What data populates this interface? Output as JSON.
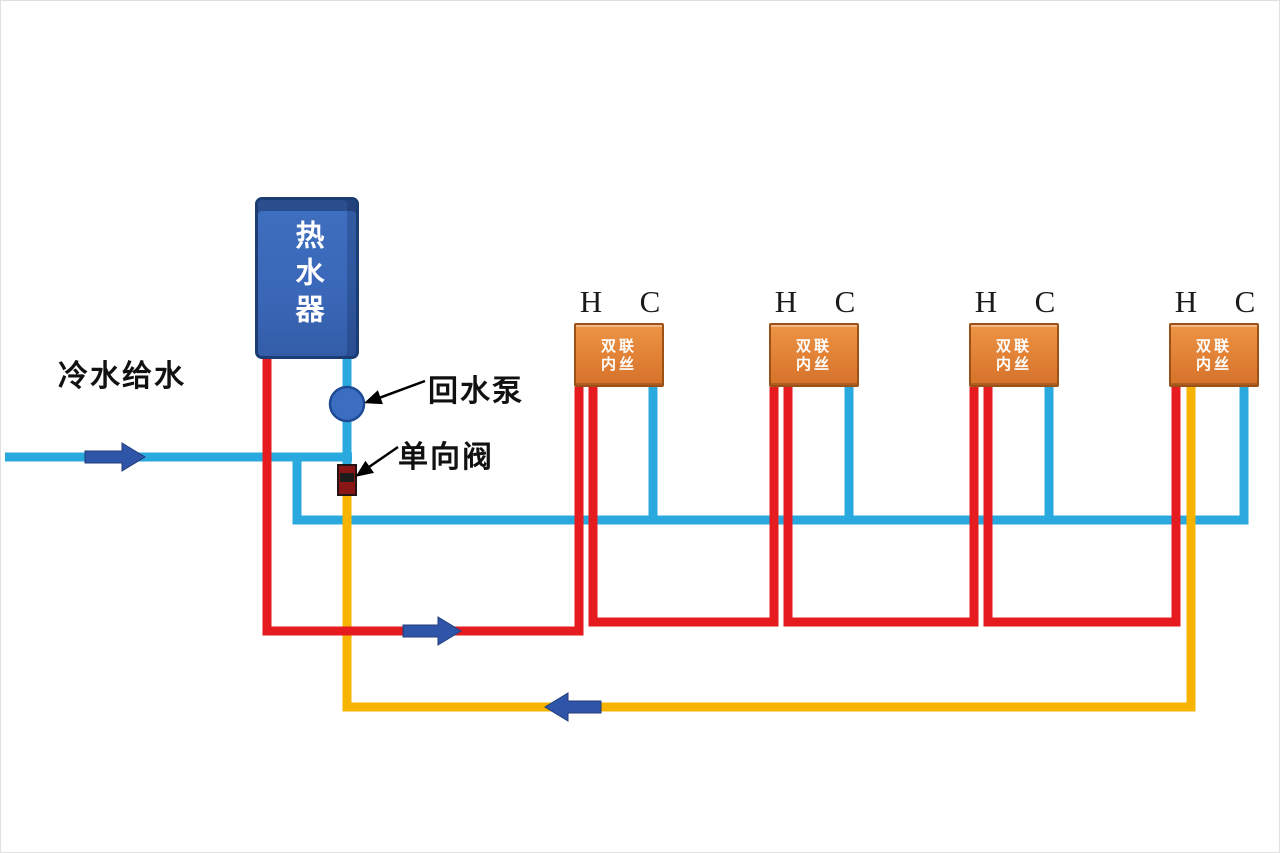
{
  "labels": {
    "cold_supply": "冷水给水",
    "heater": "热水器",
    "return_pump": "回水泵",
    "check_valve": "单向阀"
  },
  "fixtures": {
    "items": [
      {
        "h_label": "H",
        "c_label": "C",
        "box_line1": "双联",
        "box_line2": "内丝"
      },
      {
        "h_label": "H",
        "c_label": "C",
        "box_line1": "双联",
        "box_line2": "内丝"
      },
      {
        "h_label": "H",
        "c_label": "C",
        "box_line1": "双联",
        "box_line2": "内丝"
      },
      {
        "h_label": "H",
        "c_label": "C",
        "box_line1": "双联",
        "box_line2": "内丝"
      }
    ]
  },
  "colors": {
    "cold_water_pipe": "#2AA9DE",
    "hot_water_pipe": "#E61B1F",
    "return_water_pipe": "#F6B300",
    "flow_arrow": "#2F55A8",
    "heater_body": "#3A67B8",
    "fixture_body": "#E18136",
    "pump_body": "#3B6EC1",
    "check_valve_body": "#8A1515"
  }
}
